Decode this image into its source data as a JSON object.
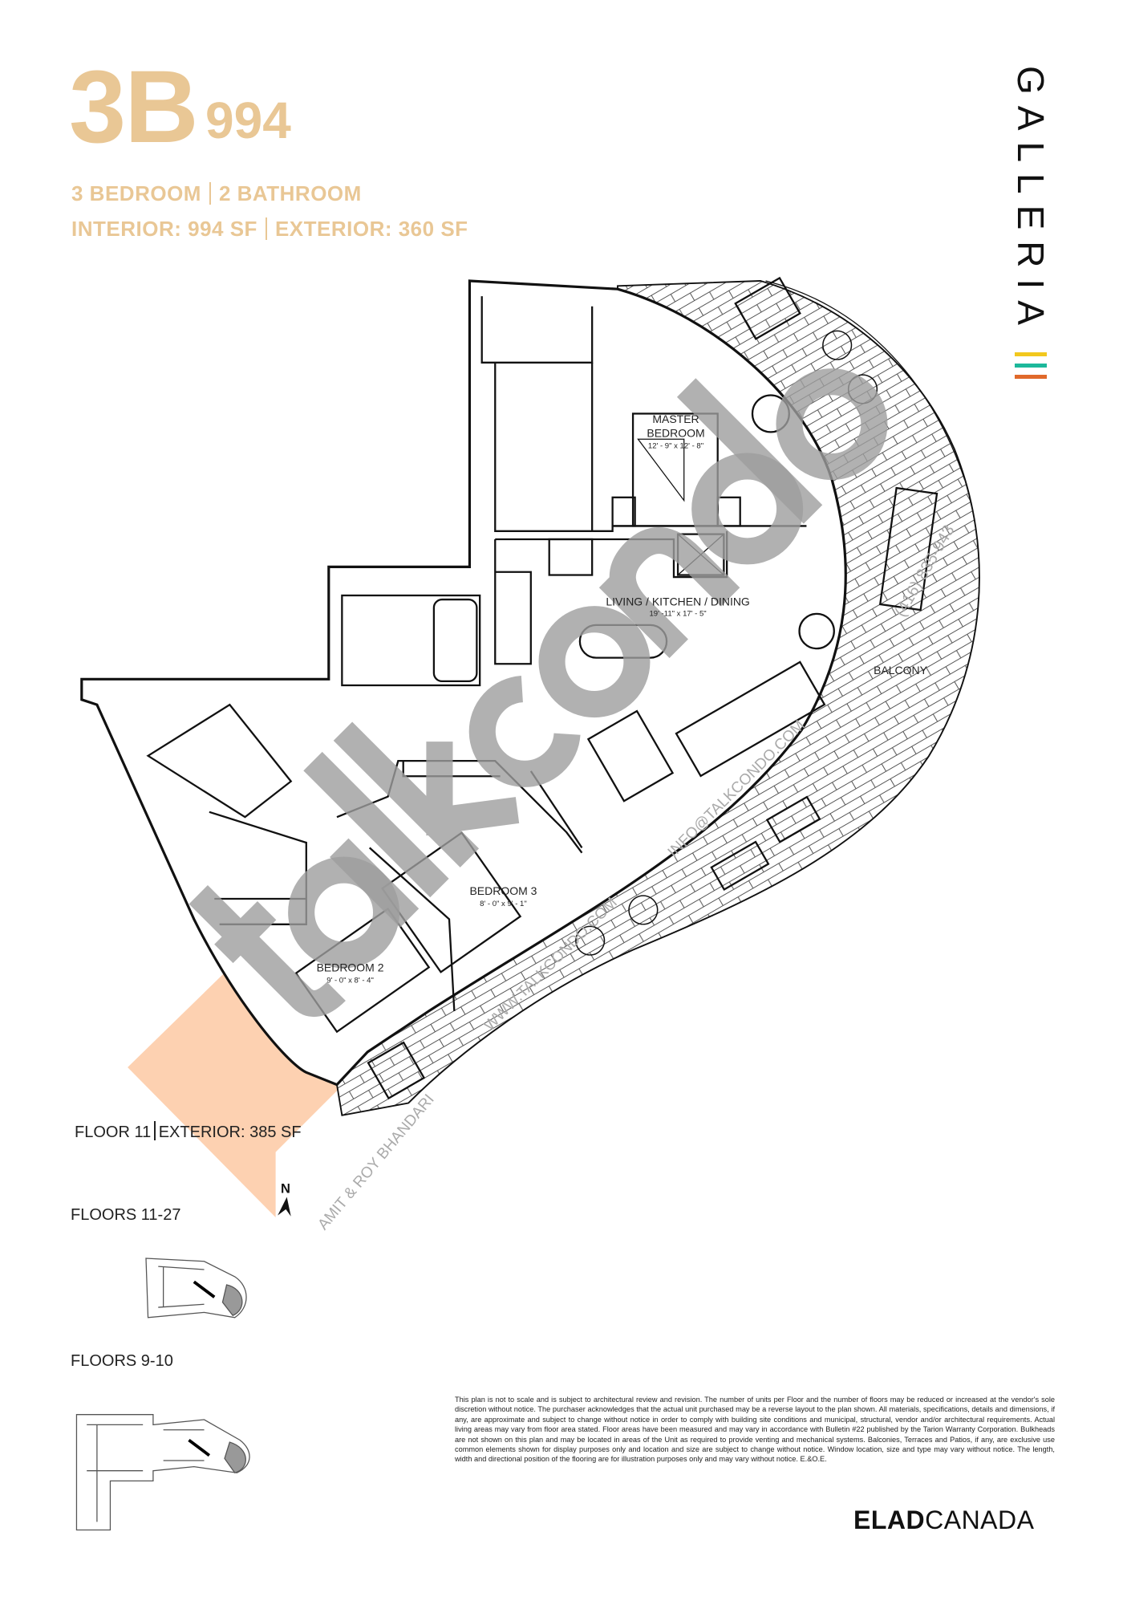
{
  "header": {
    "unit_code": "3B",
    "unit_number": "994",
    "bedrooms": "3 BEDROOM",
    "bathrooms": "2 BATHROOM",
    "interior": "INTERIOR: 994 SF",
    "exterior": "EXTERIOR: 360 SF"
  },
  "brand": {
    "name": "GALLERIA",
    "bar_colors": [
      "#f2c81e",
      "#1cb89b",
      "#e0692b"
    ]
  },
  "accent_color": "#e9c795",
  "rooms": {
    "master": {
      "name_1": "MASTER",
      "name_2": "BEDROOM",
      "dims": "12' - 9\" x 12' - 8\""
    },
    "living": {
      "name": "LIVING / KITCHEN / DINING",
      "dims": "19' -11\" x 17' - 5\""
    },
    "balcony": {
      "name": "BALCONY"
    },
    "bedroom3": {
      "name": "BEDROOM 3",
      "dims": "8' - 0\" x 9' - 1\""
    },
    "bedroom2": {
      "name": "BEDROOM 2",
      "dims": "9' - 0\" x 8' - 4\""
    }
  },
  "floor_note": {
    "floor": "FLOOR 11",
    "exterior": "EXTERIOR: 385 SF"
  },
  "north_label": "N",
  "keyplans": [
    {
      "label": "FLOORS 11-27"
    },
    {
      "label": "FLOORS 9-10"
    }
  ],
  "watermarks": {
    "logo": "talkcondo",
    "email": "INFO@TALKCONDO.COM",
    "website": "WWW.TALKCONDO.COM",
    "phone": "(416) 835-943",
    "agent": "AMIT & ROY BHANDARI"
  },
  "disclaimer": "This plan is not to scale and is subject to architectural review and revision. The number of units per Floor and the number of floors may be reduced or increased at the vendor's sole discretion without notice. The purchaser acknowledges that the actual unit purchased may be a reverse layout to the plan shown. All materials, specifications, details and dimensions, if any, are approximate and subject to change without notice in order to comply with building site conditions and municipal, structural, vendor and/or architectural requirements. Actual living areas may vary from floor area stated. Floor areas have been measured and may vary in accordance with Bulletin #22 published by the Tarion Warranty Corporation. Bulkheads are not shown on this plan and may be located in areas of the Unit as required to provide venting and mechanical systems. Balconies, Terraces and Patios, if any, are exclusive use common elements shown for display purposes only and location and size are subject to change without notice. Window location, size and type may vary without notice. The length, width and directional position of the flooring are for illustration purposes only and may vary without notice. E.&O.E.",
  "developer": {
    "bold": "ELAD",
    "light": "CANADA"
  }
}
